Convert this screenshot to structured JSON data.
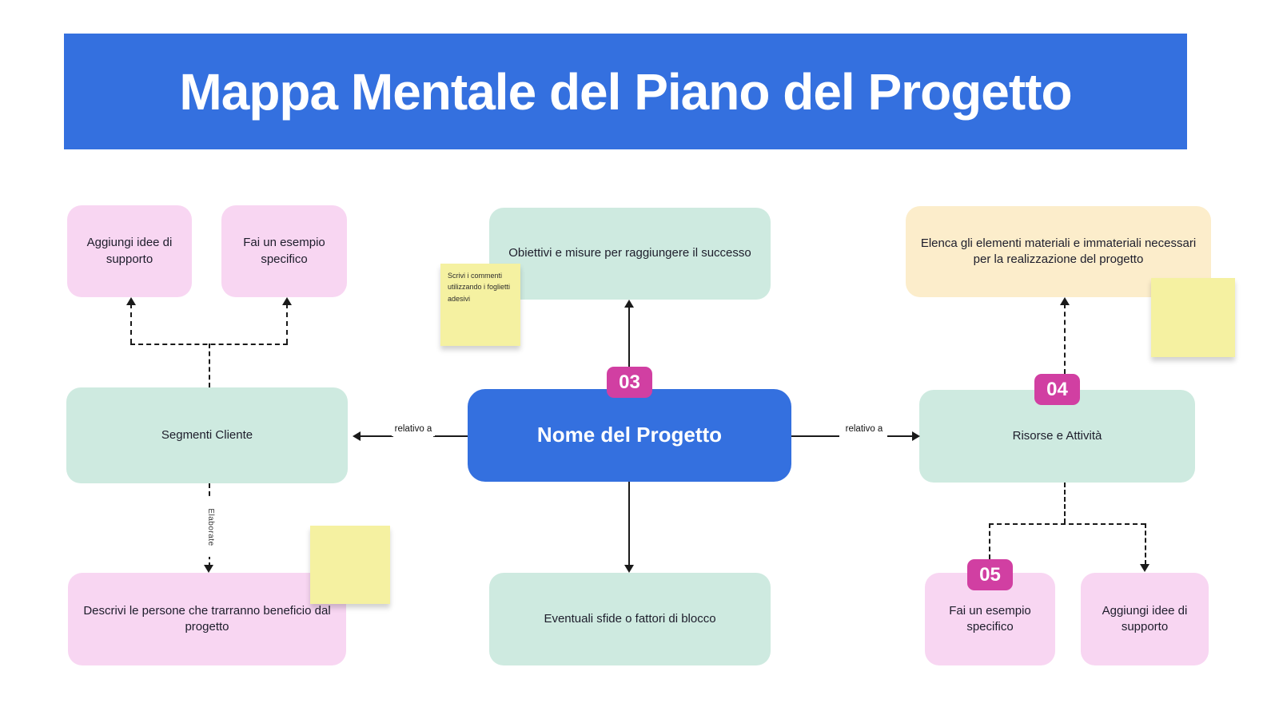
{
  "header": {
    "title": "Mappa Mentale del Piano del Progetto"
  },
  "center_node": {
    "badge": "03",
    "label": "Nome del Progetto"
  },
  "branches": {
    "objectives": {
      "label": "Obiettivi e misure per raggiungere il successo"
    },
    "challenges": {
      "label": "Eventuali sfide o fattori di blocco"
    },
    "segments": {
      "label": "Segmenti Cliente",
      "edge_label": "relativo a",
      "children": {
        "support": {
          "label": "Aggiungi idee di supporto"
        },
        "example": {
          "label": "Fai un esempio specifico"
        },
        "describe": {
          "label": "Descrivi le persone che trarranno beneficio dal progetto",
          "edge_label": "Elaborate"
        }
      }
    },
    "resources": {
      "badge": "04",
      "label": "Risorse e Attività",
      "edge_label": "relativo a",
      "children": {
        "elements": {
          "label": "Elenca gli elementi materiali e immateriali necessari per la realizzazione del progetto"
        },
        "example": {
          "badge": "05",
          "label": "Fai un esempio specifico"
        },
        "support": {
          "label": "Aggiungi idee di supporto"
        }
      }
    }
  },
  "sticky_notes": {
    "comment": {
      "text": "Scrivi i commenti utilizzando i foglietti adesivi"
    },
    "blank_left": {
      "text": ""
    },
    "blank_right": {
      "text": ""
    }
  },
  "colors": {
    "header_bg": "#3470DF",
    "center_node_bg": "#3470DF",
    "teal_node": "#CEEAE0",
    "pink_node": "#F8D6F2",
    "cream_node": "#FCEDCB",
    "sticky_note": "#F5F1A1",
    "badge_bg": "#D13FA2",
    "connector": "#1A1A1A"
  }
}
